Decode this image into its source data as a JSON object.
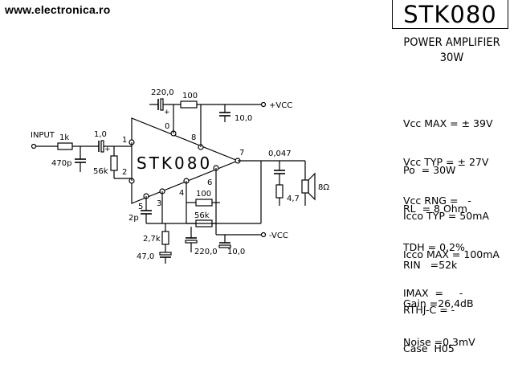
{
  "header": {
    "website": "www.electronica.ro",
    "chip_name": "STK080",
    "subtitle_line1": "POWER AMPLIFIER",
    "subtitle_line2": "30W"
  },
  "specs": {
    "group1": [
      "Vcc MAX = ± 39V",
      "Vcc TYP = ± 27V",
      "Vcc RNG =   -"
    ],
    "group2": [
      "Po  = 30W",
      "RL  = 8 Ohm",
      "TDH = 0,2%"
    ],
    "group3": [
      "Icco TYP = 50mA",
      "Icco MAX = 100mA",
      "IMAX  =     -"
    ],
    "group4": [
      "RIN   =52k",
      "Gain =26,4dB",
      "Noise =0,3mV"
    ],
    "group5": [
      "RTHJ-C = -",
      "Case  H05"
    ]
  },
  "schematic": {
    "chip_label": "STK080",
    "input_label": "INPUT",
    "vcc_pos_label": "+VCC",
    "vcc_neg_label": "-VCC",
    "components": {
      "r_input": "1k",
      "c_input": "1,0",
      "c_input_shunt": "470p",
      "r_bias": "56k",
      "c_top": "220,0",
      "r_top": "100",
      "c_supply_pos": "10,0",
      "c_output": "0,047",
      "r_output": "4,7",
      "speaker": "8Ω",
      "r_fb1": "100",
      "r_fb2": "56k",
      "c_comp": "2p",
      "r_low": "2,7k",
      "c_low": "47,0",
      "c_bottom": "220,0",
      "c_supply_neg": "10,0"
    },
    "pins": [
      "0",
      "8",
      "1",
      "2",
      "7",
      "5",
      "3",
      "4",
      "6"
    ]
  }
}
